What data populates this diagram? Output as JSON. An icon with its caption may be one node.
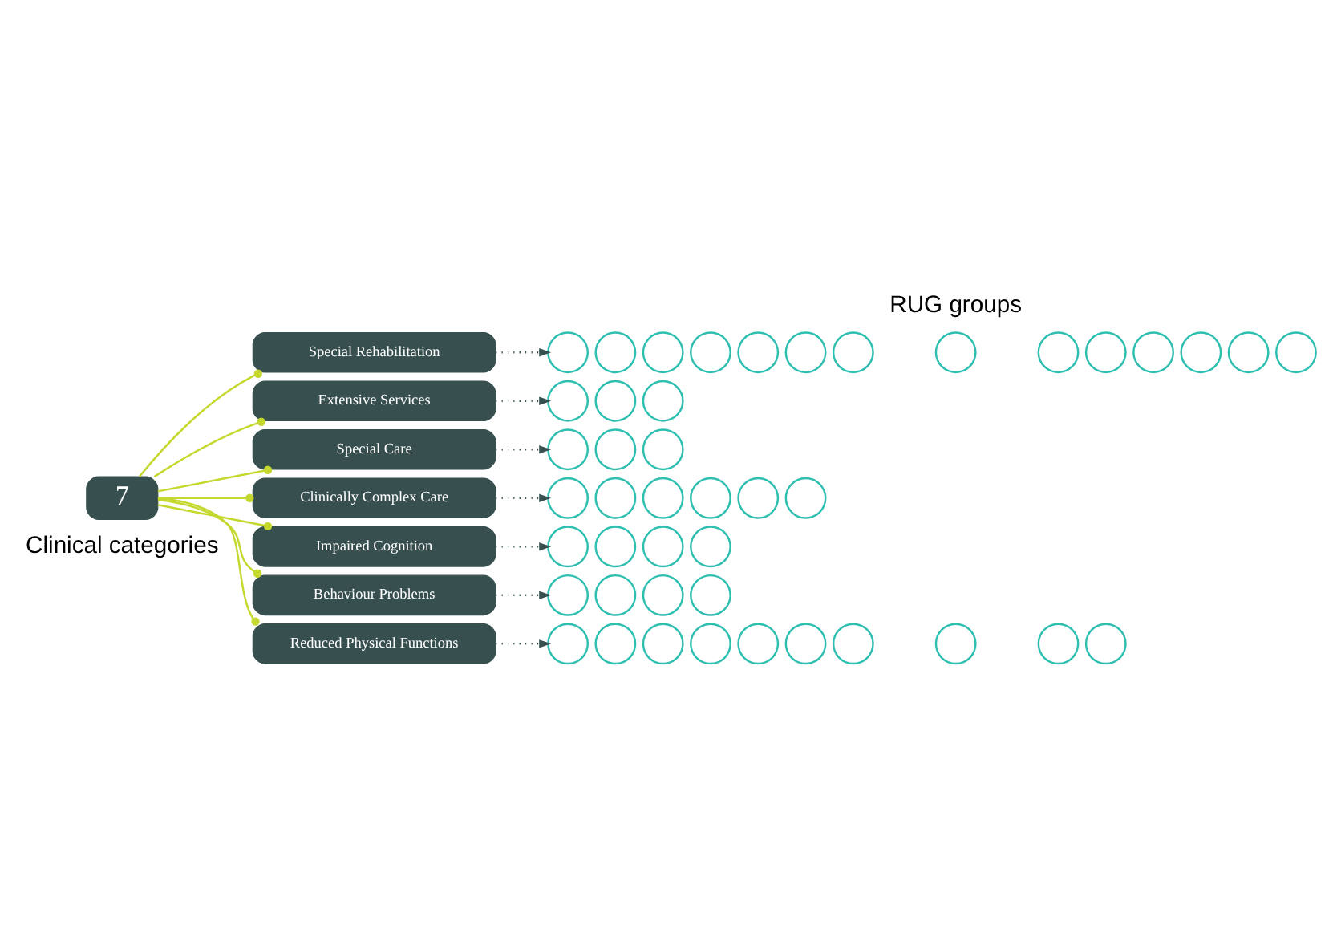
{
  "diagram": {
    "nodes": [
      {
        "text": [
          "7"
        ],
        "beside": [
          "Clinical categories"
        ]
      },
      {
        "text": [
          "Special Rehabilitation"
        ]
      },
      {
        "text": [
          "Extensive Services"
        ]
      },
      {
        "text": [
          "Special Care"
        ]
      },
      {
        "text": [
          "Clinically Complex Care"
        ]
      },
      {
        "text": [
          "Impaired Cognition"
        ]
      },
      {
        "text": [
          "Behaviour Problems"
        ]
      },
      {
        "text": [
          "Reduced Physical Functions"
        ]
      },
      {
        "text": [],
        "shape": "circle"
      },
      {
        "text": [],
        "shape": "circle"
      },
      {
        "text": [],
        "shape": "circle"
      },
      {
        "text": [],
        "shape": "circle"
      },
      {
        "text": [],
        "shape": "circle"
      },
      {
        "text": [],
        "shape": "circle"
      },
      {
        "text": [],
        "shape": "circle"
      },
      {
        "text": [],
        "shape": "circle"
      },
      {
        "text": [],
        "shape": "circle"
      },
      {
        "text": [],
        "shape": "circle"
      },
      {
        "text": [],
        "shape": "circle"
      },
      {
        "text": [],
        "shape": "circle"
      },
      {
        "text": [],
        "shape": "circle"
      },
      {
        "text": [],
        "shape": "circle"
      },
      {
        "text": [],
        "shape": "circle"
      },
      {
        "text": [],
        "shape": "circle"
      },
      {
        "text": [],
        "shape": "circle"
      },
      {
        "text": [],
        "shape": "circle"
      },
      {
        "text": [],
        "shape": "circle"
      },
      {
        "text": [],
        "shape": "circle"
      },
      {
        "text": [],
        "shape": "circle"
      },
      {
        "text": [],
        "shape": "circle"
      },
      {
        "text": [],
        "shape": "circle"
      },
      {
        "text": [],
        "shape": "circle"
      },
      {
        "text": [],
        "shape": "circle"
      },
      {
        "text": [],
        "shape": "circle"
      },
      {
        "text": [],
        "shape": "circle"
      },
      {
        "text": [],
        "shape": "circle"
      },
      {
        "text": [],
        "shape": "circle"
      },
      {
        "text": [],
        "shape": "circle"
      },
      {
        "text": [],
        "shape": "circle"
      },
      {
        "text": [],
        "shape": "circle"
      },
      {
        "text": [],
        "shape": "circle"
      },
      {
        "text": [],
        "shape": "circle"
      },
      {
        "text": [],
        "shape": "circle"
      },
      {
        "text": [],
        "shape": "circle"
      },
      {
        "text": [],
        "shape": "circle"
      },
      {
        "text": [],
        "shape": "circle"
      },
      {
        "text": [],
        "shape": "circle"
      },
      {
        "text": [],
        "shape": "circle"
      },
      {
        "text": [],
        "shape": "circle"
      },
      {
        "text": [],
        "shape": "circle"
      },
      {
        "text": [],
        "shape": "circle"
      },
      {
        "text": [],
        "shape": "circle"
      }
    ],
    "edges": [
      {
        "from": 0,
        "to": 1,
        "arrow": "other",
        "color": "#c5d82e"
      },
      {
        "from": 0,
        "to": 2,
        "arrow": "other",
        "color": "#c5d82e"
      },
      {
        "from": 0,
        "to": 3,
        "arrow": "other",
        "color": "#c5d82e"
      },
      {
        "from": 0,
        "to": 4,
        "arrow": "other",
        "color": "#c5d82e"
      },
      {
        "from": 0,
        "to": 5,
        "arrow": "other",
        "color": "#c5d82e"
      },
      {
        "from": 0,
        "to": 6,
        "arrow": "other",
        "color": "#c5d82e"
      },
      {
        "from": 0,
        "to": 7,
        "arrow": "other",
        "color": "#c5d82e"
      },
      {
        "from": 1,
        "to": 8,
        "arrow": "to",
        "style": "dashed",
        "color": "#37504f"
      },
      {
        "from": 2,
        "to": 22,
        "arrow": "to",
        "style": "dashed",
        "color": "#37504f"
      },
      {
        "from": 3,
        "to": 25,
        "arrow": "to",
        "style": "dashed",
        "color": "#37504f"
      },
      {
        "from": 4,
        "to": 28,
        "arrow": "to",
        "style": "dashed",
        "color": "#37504f"
      },
      {
        "from": 5,
        "to": 34,
        "arrow": "to",
        "style": "dashed",
        "color": "#37504f"
      },
      {
        "from": 6,
        "to": 38,
        "arrow": "to",
        "style": "dashed",
        "color": "#37504f"
      },
      {
        "from": 7,
        "to": 42,
        "arrow": "to",
        "style": "dashed",
        "color": "#37504f"
      }
    ],
    "labels": [
      "RUG groups"
    ]
  }
}
